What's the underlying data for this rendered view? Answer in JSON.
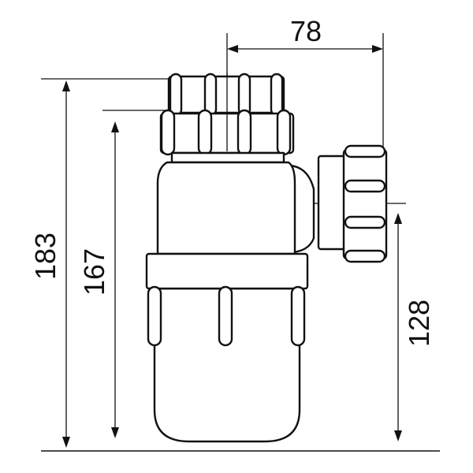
{
  "drawing": {
    "dimensions": {
      "width_top": "78",
      "overall_height": "183",
      "body_height": "167",
      "outlet_height": "128"
    }
  }
}
